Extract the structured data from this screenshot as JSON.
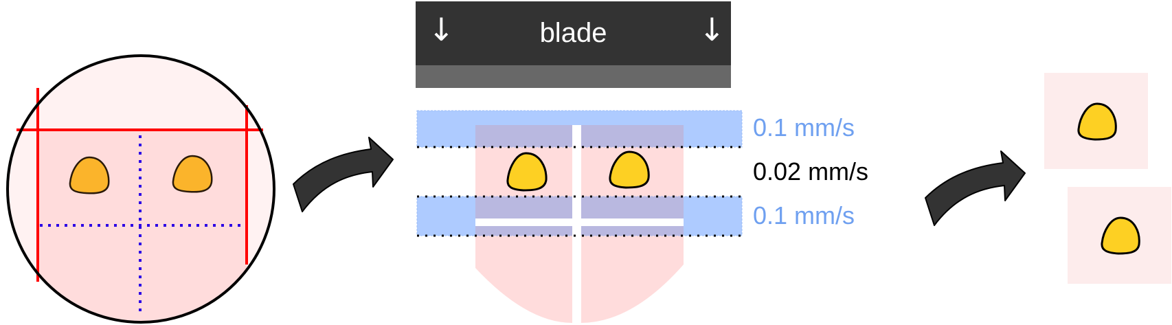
{
  "colors": {
    "background": "#ffffff",
    "blade_dark": "#333333",
    "blade_edge": "#686868",
    "tissue_light": "#fff2f2",
    "tissue": "#ffdcdc",
    "cut_line_red": "#ff0000",
    "dotted_blue": "#2b00e6",
    "fast_band": "#aac8ff",
    "overlap_band": "#b9b8e0",
    "sample_orange": "#fbb42b",
    "sample_yellow": "#fdd023",
    "fast_text": "#6fa0f0",
    "slow_text": "#000000",
    "arrow_fill": "#333333"
  },
  "blade": {
    "label": "blade",
    "left_arrow": "↓",
    "right_arrow": "↓"
  },
  "speeds": {
    "top_fast": "0.1 mm/s",
    "middle_slow": "0.02 mm/s",
    "bottom_fast": "0.1 mm/s"
  },
  "steps": [
    {
      "name": "tissue-section-with-cut-lines"
    },
    {
      "name": "blade-cutting-with-speed-zones"
    },
    {
      "name": "separated-samples"
    }
  ]
}
